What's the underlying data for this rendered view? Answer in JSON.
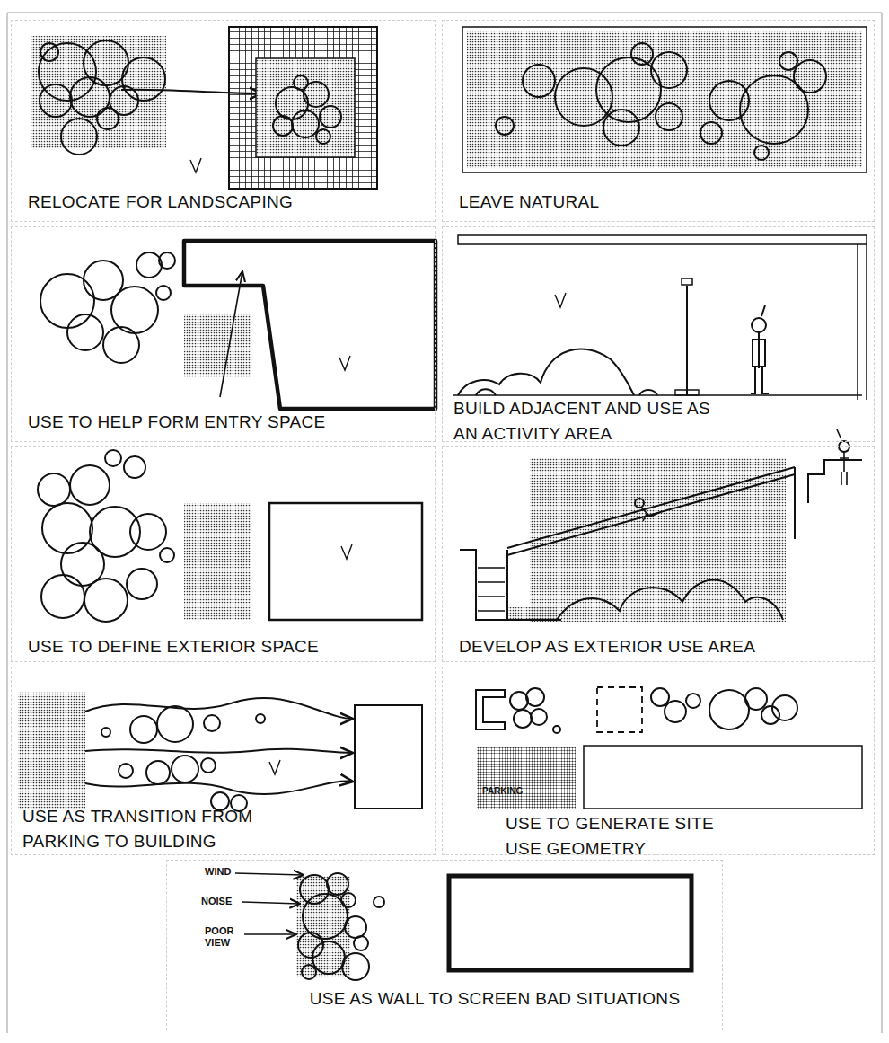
{
  "diagram": {
    "nodes": [
      {
        "text": [
          "RELOCATE FOR LANDSCAPING"
        ]
      },
      {
        "text": [
          "LEAVE NATURAL"
        ]
      },
      {
        "text": [
          "USE TO HELP FORM ENTRY SPACE"
        ]
      },
      {
        "text": [
          "BUILD ADJACENT AND USE AS AN ACTIVITY AREA"
        ]
      },
      {
        "text": [
          "USE TO DEFINE EXTERIOR SPACE"
        ]
      },
      {
        "text": [
          "DEVELOP AS EXTERIOR USE AREA"
        ]
      },
      {
        "text": [
          "USE AS TRANSITION FROM PARKING TO BUILDING"
        ]
      },
      {
        "text": [
          "USE TO GENERATE SITE USE GEOMETRY"
        ]
      },
      {
        "text": [
          "USE AS WALL TO SCREEN BAD SITUATIONS"
        ]
      },
      {
        "text": [
          "PARKING"
        ],
        "in": 7
      }
    ],
    "labels": [
      "WIND",
      "NOISE",
      "POOR VIEW"
    ]
  }
}
